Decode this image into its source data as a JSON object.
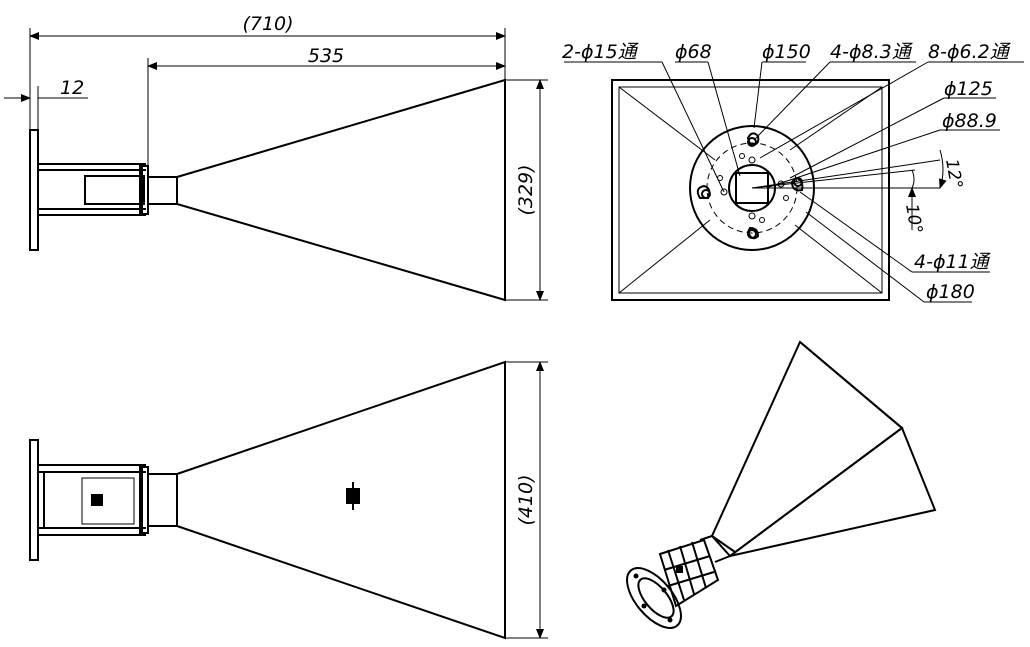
{
  "dimensions": {
    "overall_length": "(710)",
    "horn_length": "535",
    "flange_thickness": "12",
    "aperture_height": "(329)",
    "aperture_width": "(410)"
  },
  "callouts": {
    "holes_15": "2-ϕ15通",
    "dia_68": "ϕ68",
    "dia_150": "ϕ150",
    "holes_8_3": "4-ϕ8.3通",
    "holes_6_2": "8-ϕ6.2通",
    "dia_125": "ϕ125",
    "dia_88_9": "ϕ88.9",
    "angle_12": "12°",
    "angle_10": "10°",
    "holes_11": "4-ϕ11通",
    "dia_180": "ϕ180"
  }
}
